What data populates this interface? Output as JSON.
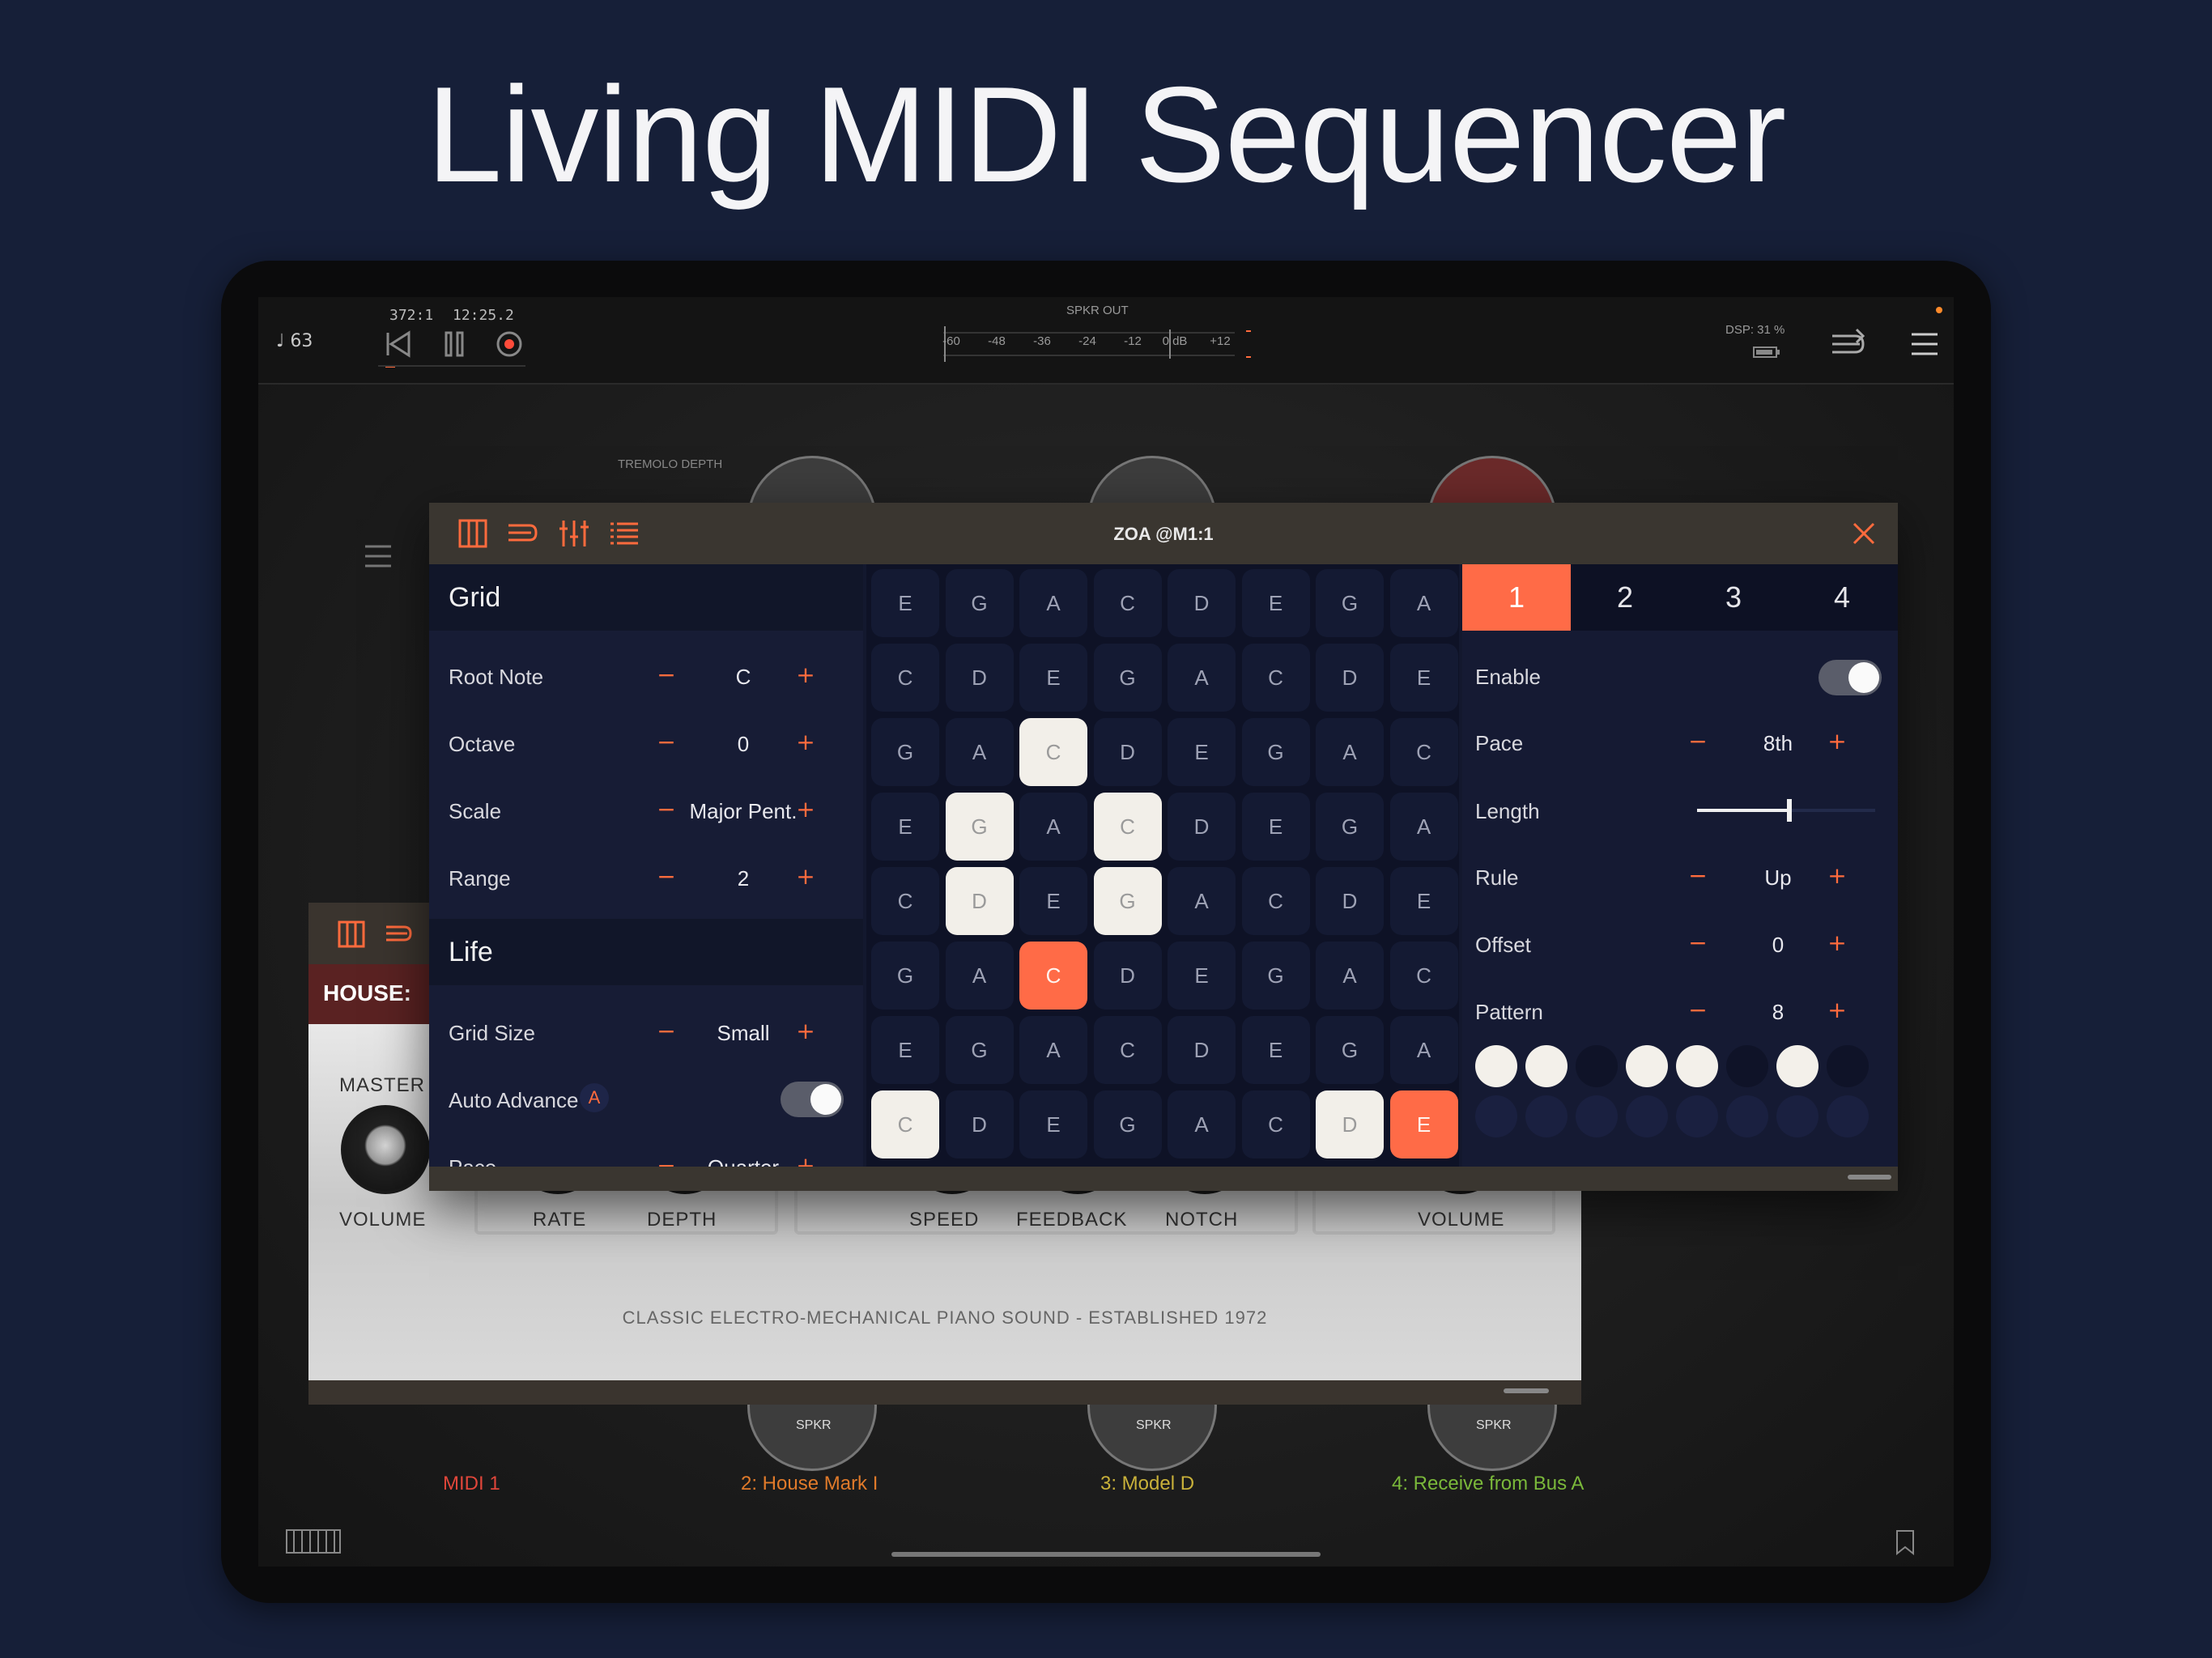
{
  "headline": "Living MIDI Sequencer",
  "topbar": {
    "tempo": "♩ 63",
    "position": "372:1",
    "time": "12:25.2",
    "meter_title": "SPKR OUT",
    "meter_ticks": [
      "-60",
      "-48",
      "-36",
      "-24",
      "-12",
      "0 dB",
      "+12"
    ],
    "dsp": "DSP: 31 %"
  },
  "canvas": {
    "tremolo_label": "TREMOLO DEPTH",
    "spkr": [
      "SPKR",
      "SPKR",
      "SPKR"
    ],
    "nodes": [
      {
        "label": "MIDI 1",
        "color": "#e0463a"
      },
      {
        "label": "2: House Mark I",
        "color": "#e07a2a"
      },
      {
        "label": "3: Model D",
        "color": "#c9b13a"
      },
      {
        "label": "4: Receive from Bus A",
        "color": "#7ab83a"
      }
    ]
  },
  "house": {
    "name": "HOUSE:",
    "master": "MASTER",
    "labels": [
      "VOLUME",
      "RATE",
      "DEPTH",
      "SPEED",
      "FEEDBACK",
      "NOTCH",
      "VOLUME"
    ],
    "tagline": "CLASSIC ELECTRO-MECHANICAL PIANO SOUND - ESTABLISHED 1972"
  },
  "zoa": {
    "title": "ZOA @M1:1",
    "grid_section": "Grid",
    "life_section": "Life",
    "grid_rows": [
      {
        "label": "Root Note",
        "value": "C"
      },
      {
        "label": "Octave",
        "value": "0"
      },
      {
        "label": "Scale",
        "value": "Major Pent."
      },
      {
        "label": "Range",
        "value": "2"
      }
    ],
    "life_rows": [
      {
        "label": "Grid Size",
        "value": "Small"
      },
      {
        "label": "Auto Advance",
        "badge": "A"
      },
      {
        "label": "Pace",
        "value": "Quarter"
      }
    ],
    "notes": [
      [
        "E",
        "G",
        "A",
        "C",
        "D",
        "E",
        "G",
        "A"
      ],
      [
        "C",
        "D",
        "E",
        "G",
        "A",
        "C",
        "D",
        "E"
      ],
      [
        "G",
        "A",
        "C",
        "D",
        "E",
        "G",
        "A",
        "C"
      ],
      [
        "E",
        "G",
        "A",
        "C",
        "D",
        "E",
        "G",
        "A"
      ],
      [
        "C",
        "D",
        "E",
        "G",
        "A",
        "C",
        "D",
        "E"
      ],
      [
        "G",
        "A",
        "C",
        "D",
        "E",
        "G",
        "A",
        "C"
      ],
      [
        "E",
        "G",
        "A",
        "C",
        "D",
        "E",
        "G",
        "A"
      ],
      [
        "C",
        "D",
        "E",
        "G",
        "A",
        "C",
        "D",
        "E"
      ]
    ],
    "tabs": [
      "1",
      "2",
      "3",
      "4"
    ],
    "settings": [
      {
        "label": "Enable"
      },
      {
        "label": "Pace",
        "value": "8th"
      },
      {
        "label": "Length"
      },
      {
        "label": "Rule",
        "value": "Up"
      },
      {
        "label": "Offset",
        "value": "0"
      },
      {
        "label": "Pattern",
        "value": "8"
      }
    ],
    "length_value": 0.52,
    "pattern": [
      1,
      1,
      0,
      1,
      1,
      0,
      1,
      0
    ]
  },
  "colors": {
    "accent": "#ff6b47",
    "background": "#161f38",
    "panel": "#13182e"
  }
}
